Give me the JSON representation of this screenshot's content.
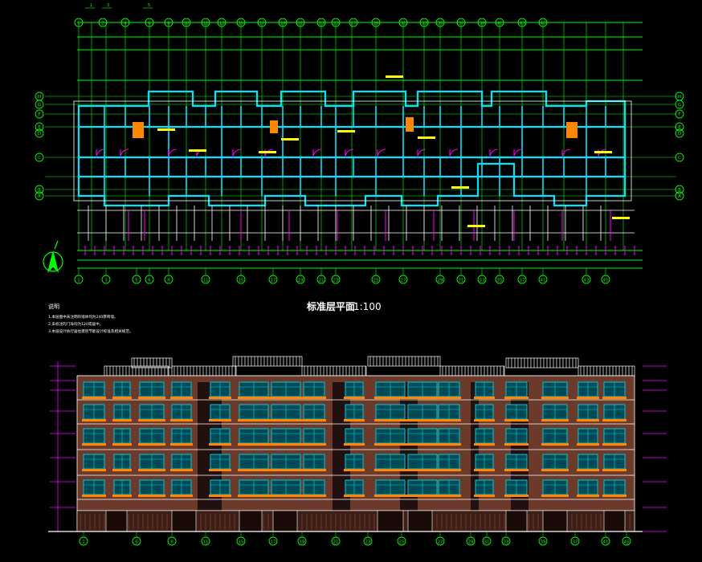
{
  "drawing": {
    "plan_title": "标准层平面",
    "plan_scale": "1:100",
    "notes_heading": "说明",
    "notes": [
      "1.本层图中未注明的墙体均为240厚砖墙。",
      "2.未标注的门垛均为120或居中。",
      "3.本层设计执行居住建筑节能设计标准及相关规范。"
    ],
    "top_axis_labels": [
      "1",
      "2",
      "4",
      "6",
      "8",
      "10",
      "11",
      "13",
      "15",
      "17",
      "19",
      "21",
      "23",
      "25",
      "27",
      "29",
      "31",
      "33",
      "35",
      "37",
      "39",
      "41",
      "43",
      "45"
    ],
    "bottom_axis_labels": [
      "1",
      "3",
      "5",
      "6",
      "8",
      "11",
      "15",
      "17",
      "19",
      "21",
      "23",
      "25",
      "27",
      "29",
      "31",
      "33",
      "35",
      "37",
      "41",
      "43",
      "45"
    ],
    "top_axis_sub_labels": [
      "1",
      "3",
      "5"
    ],
    "left_axis_labels": [
      "H",
      "G",
      "F",
      "E",
      "D",
      "C",
      "B",
      "A"
    ],
    "right_axis_labels": [
      "H",
      "G",
      "F",
      "E",
      "D",
      "C",
      "B",
      "A"
    ],
    "elevation_axis_labels": [
      "1",
      "6",
      "8",
      "11",
      "15",
      "17",
      "19",
      "21",
      "23",
      "25",
      "27",
      "29",
      "31",
      "33",
      "35",
      "37",
      "41",
      "45"
    ]
  },
  "colors": {
    "background": "#000000",
    "axis": "#00ff00",
    "wall": "#00e5ff",
    "white_line": "#ffffff",
    "magenta": "#ff00ff",
    "yellow": "#ffff00",
    "orange": "#ff8800",
    "brick": "#6b3a2a",
    "brick_dark": "#3d1f17",
    "window": "#00c8d8",
    "red": "#ff2020"
  }
}
